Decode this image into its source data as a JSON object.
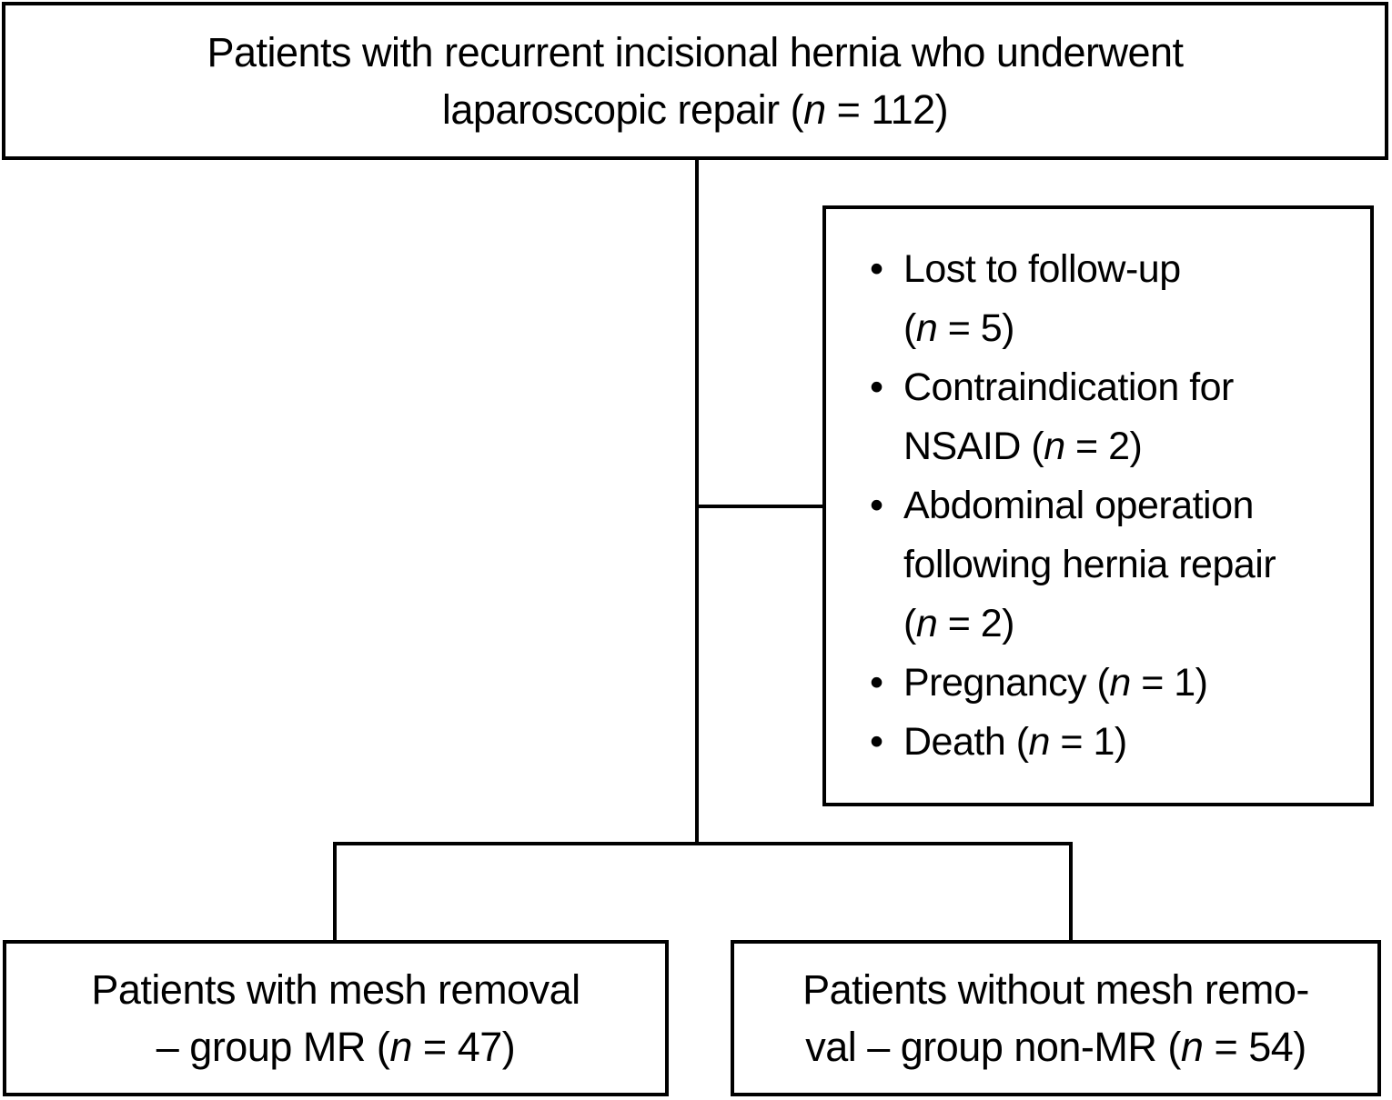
{
  "colors": {
    "line": "#000000",
    "text": "#000000",
    "background": "#ffffff"
  },
  "diagram": {
    "top_box": {
      "text": "Patients with recurrent incisional hernia who underwent\nlaparoscopic repair (n = 112)"
    },
    "exclusions_box": {
      "items": [
        "Lost to follow-up\n(n = 5)",
        "Contraindication for\nNSAID (n = 2)",
        "Abdominal operation\nfollowing hernia repair\n(n = 2)",
        "Pregnancy (n = 1)",
        "Death (n = 1)"
      ]
    },
    "group_mr_box": {
      "text": "Patients with mesh removal\n– group MR (n = 47)"
    },
    "group_non_mr_box": {
      "text": "Patients without mesh remo-\nval – group non-MR (n = 54)"
    }
  }
}
